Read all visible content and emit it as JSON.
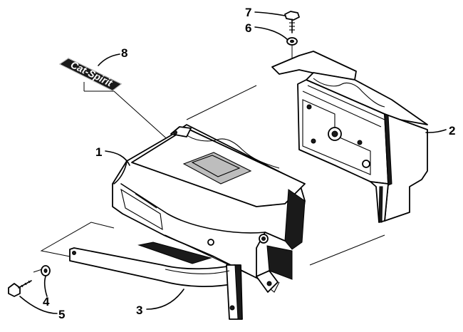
{
  "diagram": {
    "callouts": [
      {
        "id": "1",
        "label": "1"
      },
      {
        "id": "2",
        "label": "2"
      },
      {
        "id": "3",
        "label": "3"
      },
      {
        "id": "4",
        "label": "4"
      },
      {
        "id": "5",
        "label": "5"
      },
      {
        "id": "6",
        "label": "6"
      },
      {
        "id": "7",
        "label": "7"
      },
      {
        "id": "8",
        "label": "8"
      }
    ],
    "decal_text": "Cat-Spirit"
  }
}
